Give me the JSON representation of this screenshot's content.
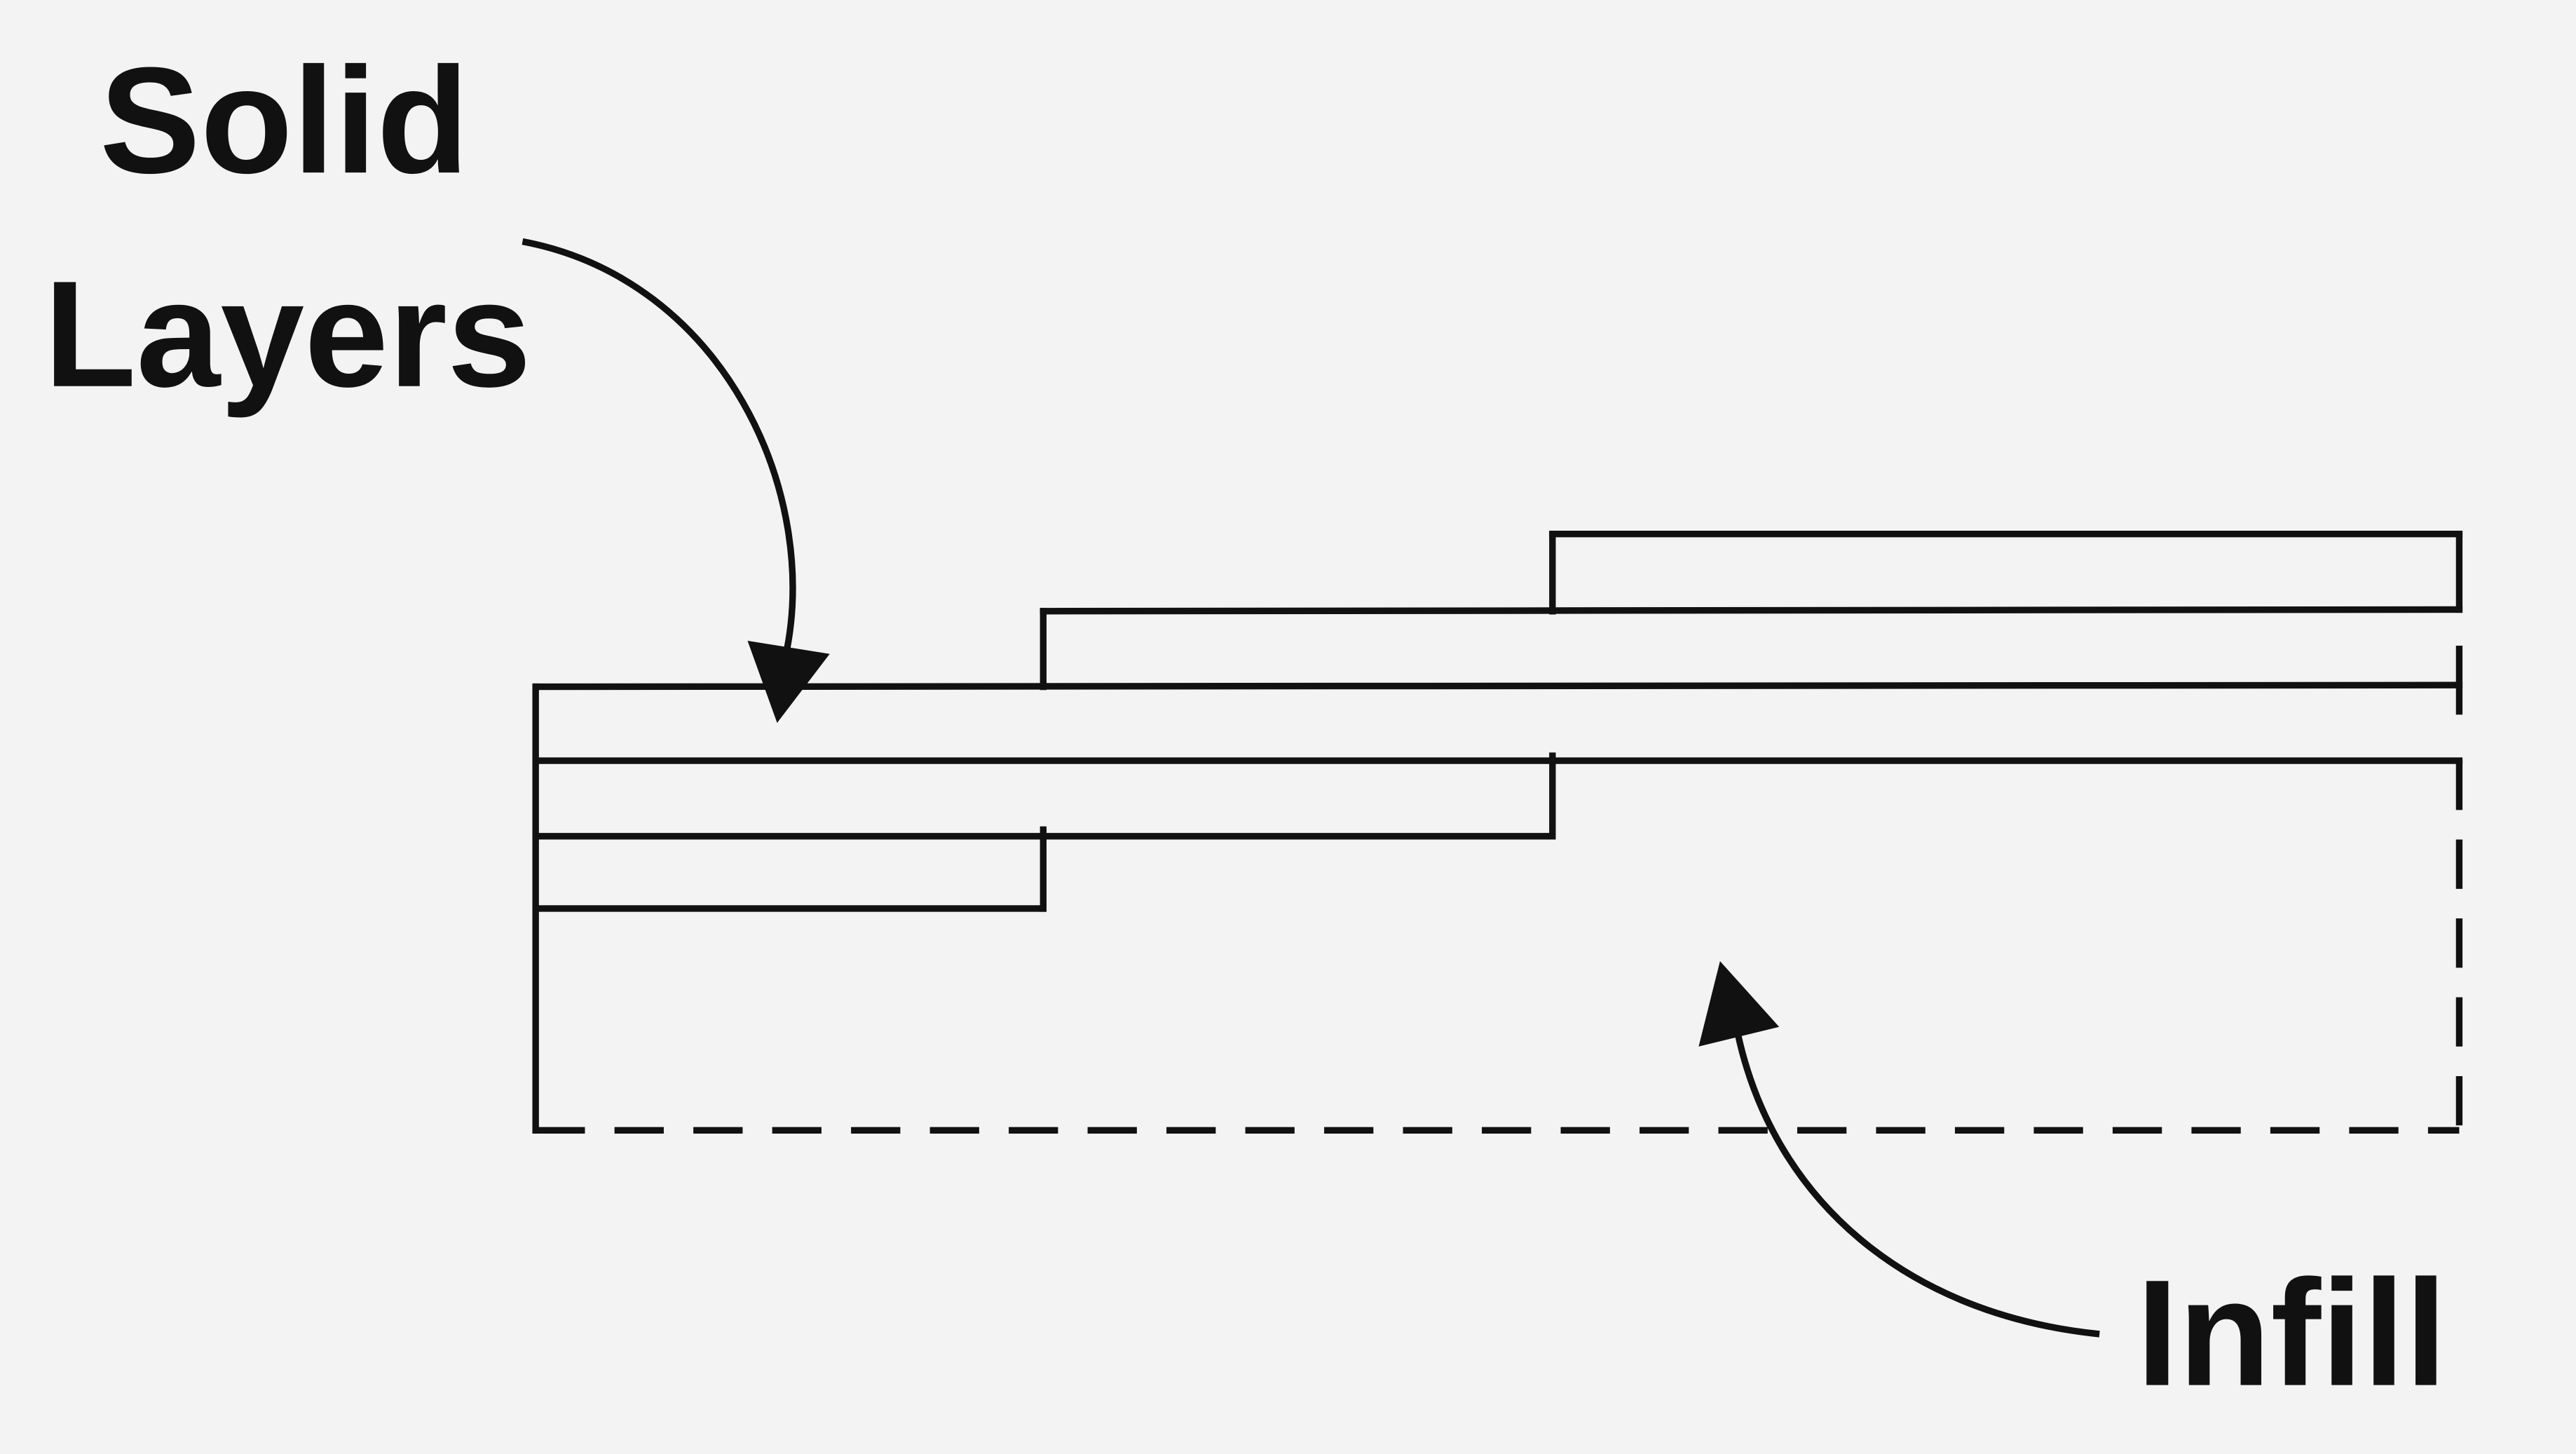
{
  "labels": {
    "solid_line1": "Solid",
    "solid_line2": "Layers",
    "infill": "Infill"
  },
  "colors": {
    "background": "#f3f3f3",
    "ink": "#111111"
  }
}
